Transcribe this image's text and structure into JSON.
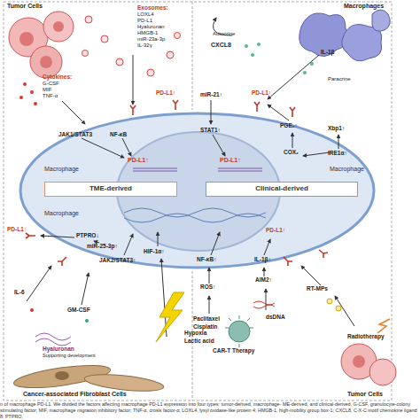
{
  "diagram": {
    "caption": "n of macrophage PD-L1. We divided the factors affecting macrophage PD-L1 expression into four types: tumor-derived, macrophage- ME-derived, and clinical-derived. G-CSF, granulocyte-colony stimulating factor; MIF, macrophage migration inhibitory factor; TNF-α, crosis factor-α; LOXL4, lysyl oxidase-like protein 4; HMGB-1, high-mobility group box-1; CXCL8, C-X-C motif chemokine ligand 8; PTPRO,",
    "nodes": [
      {
        "text": [
          "Macrophage",
          "Macrophage",
          "Macrophage",
          "Macrophage"
        ]
      },
      {
        "text": [
          "PD-L1↑",
          "PD-L1↑"
        ],
        "in": 0
      },
      {
        "text": [
          "TME-derived"
        ],
        "in": 0
      },
      {
        "text": [
          "Clinical-derived"
        ],
        "in": 0
      }
    ],
    "labels": [
      "Tumor Cells",
      "Exosomes:",
      "LOXL4",
      "PD-L1",
      "Hyaluronan",
      "HMGB-1",
      "miR-23a-3p",
      "IL-32γ",
      "Cytokines:",
      "G-CSF",
      "MIF",
      "TNF-α",
      "JAK1/STAT3",
      "NF-κB",
      "PD-L1↑",
      "Macrophages",
      "Autocrine",
      "CXCL8",
      "IL-1β",
      "Paracrine",
      "PD-L1↑",
      "miR-21↑",
      "STAT1↑",
      "PGE₂↑",
      "COX₂",
      "Xbp1↑",
      "IRE1α↑",
      "PD-L1↑",
      "PTPRO↓",
      "miR-25-3p↑",
      "JAK2/STAT3↑",
      "HIF-1α↑",
      "IL-6",
      "GM-CSF",
      "Hyaluronan",
      "Supporting development",
      "Hypoxia",
      "Lactic acid",
      "Cancer-associated Fibroblast Cells",
      "PD-L1↑",
      "NF-κB↑",
      "ROS↑",
      "IL-1β↑",
      "AIM2↑",
      "RT-MPs",
      "Paclitaxel",
      "Cisplatin",
      "dsDNA",
      "CAR-T Therapy",
      "Radiotherapy",
      "Tumor Cells"
    ]
  }
}
